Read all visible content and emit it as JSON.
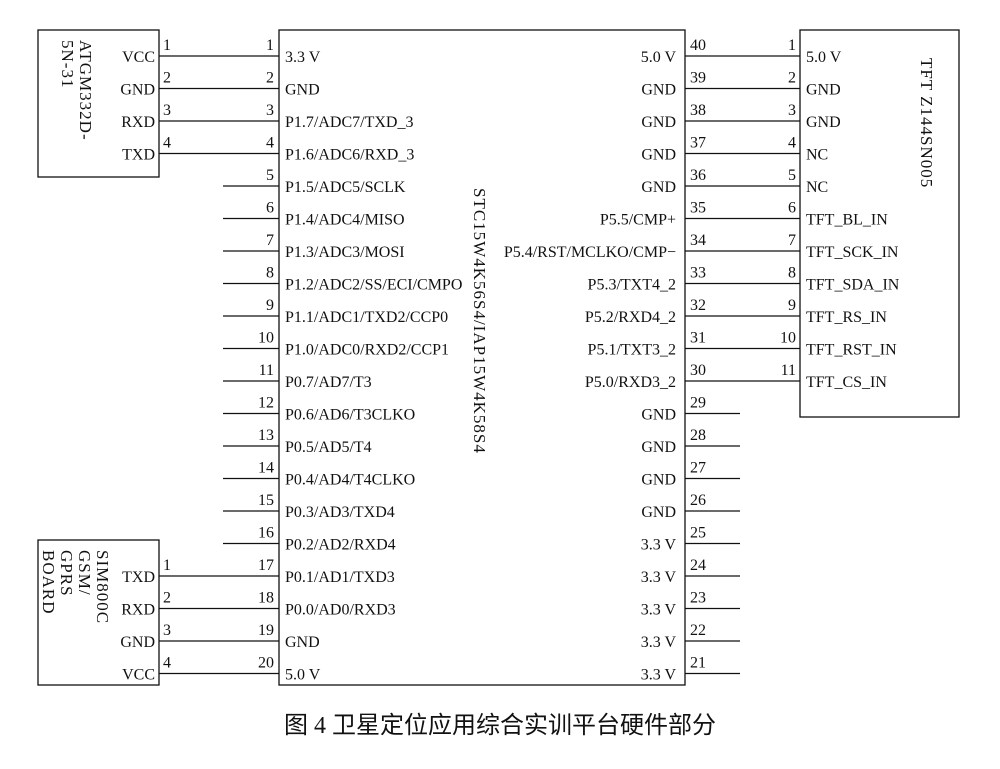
{
  "chip": {
    "name": "STC15W4K56S4/IAP15W4K58S4",
    "left_pins": [
      {
        "num": "1",
        "label": "3.3 V"
      },
      {
        "num": "2",
        "label": "GND"
      },
      {
        "num": "3",
        "label": "P1.7/ADC7/TXD_3"
      },
      {
        "num": "4",
        "label": "P1.6/ADC6/RXD_3"
      },
      {
        "num": "5",
        "label": "P1.5/ADC5/SCLK"
      },
      {
        "num": "6",
        "label": "P1.4/ADC4/MISO"
      },
      {
        "num": "7",
        "label": "P1.3/ADC3/MOSI"
      },
      {
        "num": "8",
        "label": "P1.2/ADC2/SS/ECI/CMPO"
      },
      {
        "num": "9",
        "label": "P1.1/ADC1/TXD2/CCP0"
      },
      {
        "num": "10",
        "label": "P1.0/ADC0/RXD2/CCP1"
      },
      {
        "num": "11",
        "label": "P0.7/AD7/T3"
      },
      {
        "num": "12",
        "label": "P0.6/AD6/T3CLKO"
      },
      {
        "num": "13",
        "label": "P0.5/AD5/T4"
      },
      {
        "num": "14",
        "label": "P0.4/AD4/T4CLKO"
      },
      {
        "num": "15",
        "label": "P0.3/AD3/TXD4"
      },
      {
        "num": "16",
        "label": "P0.2/AD2/RXD4"
      },
      {
        "num": "17",
        "label": "P0.1/AD1/TXD3"
      },
      {
        "num": "18",
        "label": "P0.0/AD0/RXD3"
      },
      {
        "num": "19",
        "label": "GND"
      },
      {
        "num": "20",
        "label": "5.0 V"
      }
    ],
    "right_pins": [
      {
        "num": "40",
        "label": "5.0 V"
      },
      {
        "num": "39",
        "label": "GND"
      },
      {
        "num": "38",
        "label": "GND"
      },
      {
        "num": "37",
        "label": "GND"
      },
      {
        "num": "36",
        "label": "GND"
      },
      {
        "num": "35",
        "label": "P5.5/CMP+"
      },
      {
        "num": "34",
        "label": "P5.4/RST/MCLKO/CMP−"
      },
      {
        "num": "33",
        "label": "P5.3/TXT4_2"
      },
      {
        "num": "32",
        "label": "P5.2/RXD4_2"
      },
      {
        "num": "31",
        "label": "P5.1/TXT3_2"
      },
      {
        "num": "30",
        "label": "P5.0/RXD3_2"
      },
      {
        "num": "29",
        "label": "GND"
      },
      {
        "num": "28",
        "label": "GND"
      },
      {
        "num": "27",
        "label": "GND"
      },
      {
        "num": "26",
        "label": "GND"
      },
      {
        "num": "25",
        "label": "3.3 V"
      },
      {
        "num": "24",
        "label": "3.3 V"
      },
      {
        "num": "23",
        "label": "3.3 V"
      },
      {
        "num": "22",
        "label": "3.3 V"
      },
      {
        "num": "21",
        "label": "3.3 V"
      }
    ]
  },
  "gps_module": {
    "name_lines": [
      "ATGM332D-",
      "5N-31"
    ],
    "pins": [
      {
        "num": "1",
        "label": "VCC"
      },
      {
        "num": "2",
        "label": "GND"
      },
      {
        "num": "3",
        "label": "RXD"
      },
      {
        "num": "4",
        "label": "TXD"
      }
    ]
  },
  "gsm_module": {
    "name_lines": [
      "SIM800C",
      "GSM/",
      "GPRS",
      "BOARD"
    ],
    "pins": [
      {
        "num": "1",
        "label": "TXD"
      },
      {
        "num": "2",
        "label": "RXD"
      },
      {
        "num": "3",
        "label": "GND"
      },
      {
        "num": "4",
        "label": "VCC"
      }
    ]
  },
  "tft_module": {
    "name": "TFT Z144SN005",
    "pins": [
      {
        "num": "1",
        "label": "5.0 V"
      },
      {
        "num": "2",
        "label": "GND"
      },
      {
        "num": "3",
        "label": "GND"
      },
      {
        "num": "4",
        "label": "NC"
      },
      {
        "num": "5",
        "label": "NC"
      },
      {
        "num": "6",
        "label": "TFT_BL_IN"
      },
      {
        "num": "7",
        "label": "TFT_SCK_IN"
      },
      {
        "num": "8",
        "label": "TFT_SDA_IN"
      },
      {
        "num": "9",
        "label": "TFT_RS_IN"
      },
      {
        "num": "10",
        "label": "TFT_RST_IN"
      },
      {
        "num": "11",
        "label": "TFT_CS_IN"
      }
    ]
  },
  "caption": "图 4   卫星定位应用综合实训平台硬件部分"
}
